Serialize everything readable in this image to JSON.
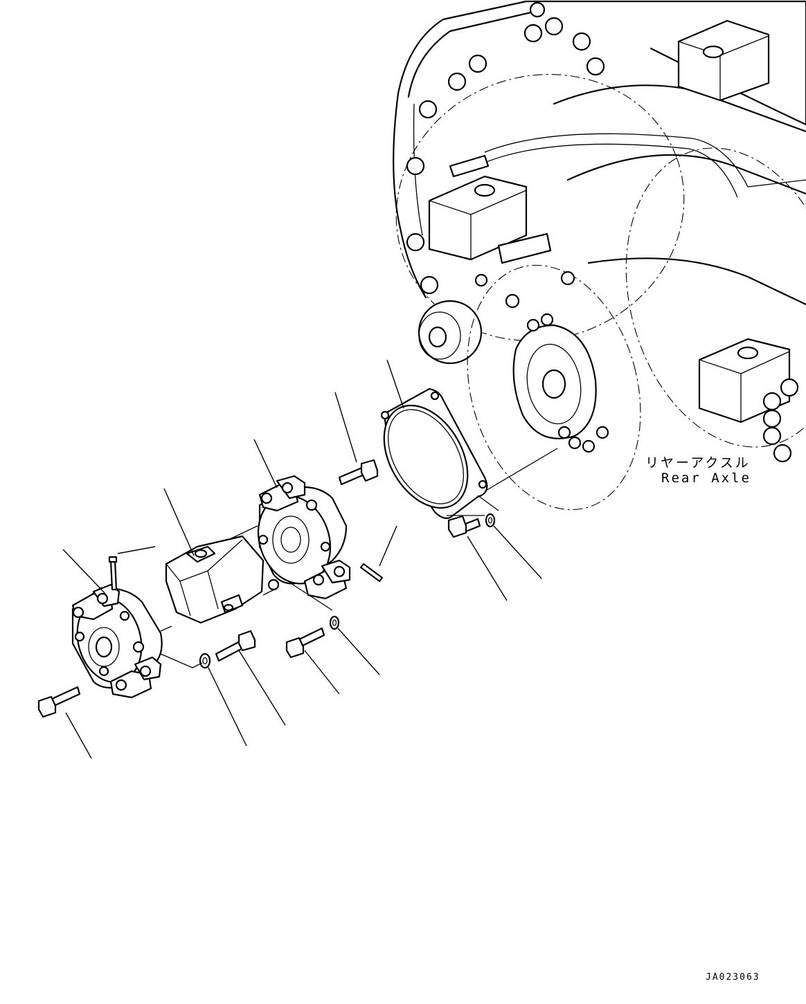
{
  "callout": {
    "rear_axle_ja": "リヤーアクスル",
    "rear_axle_en": "Rear Axle"
  },
  "drawing_number": "JA023063"
}
